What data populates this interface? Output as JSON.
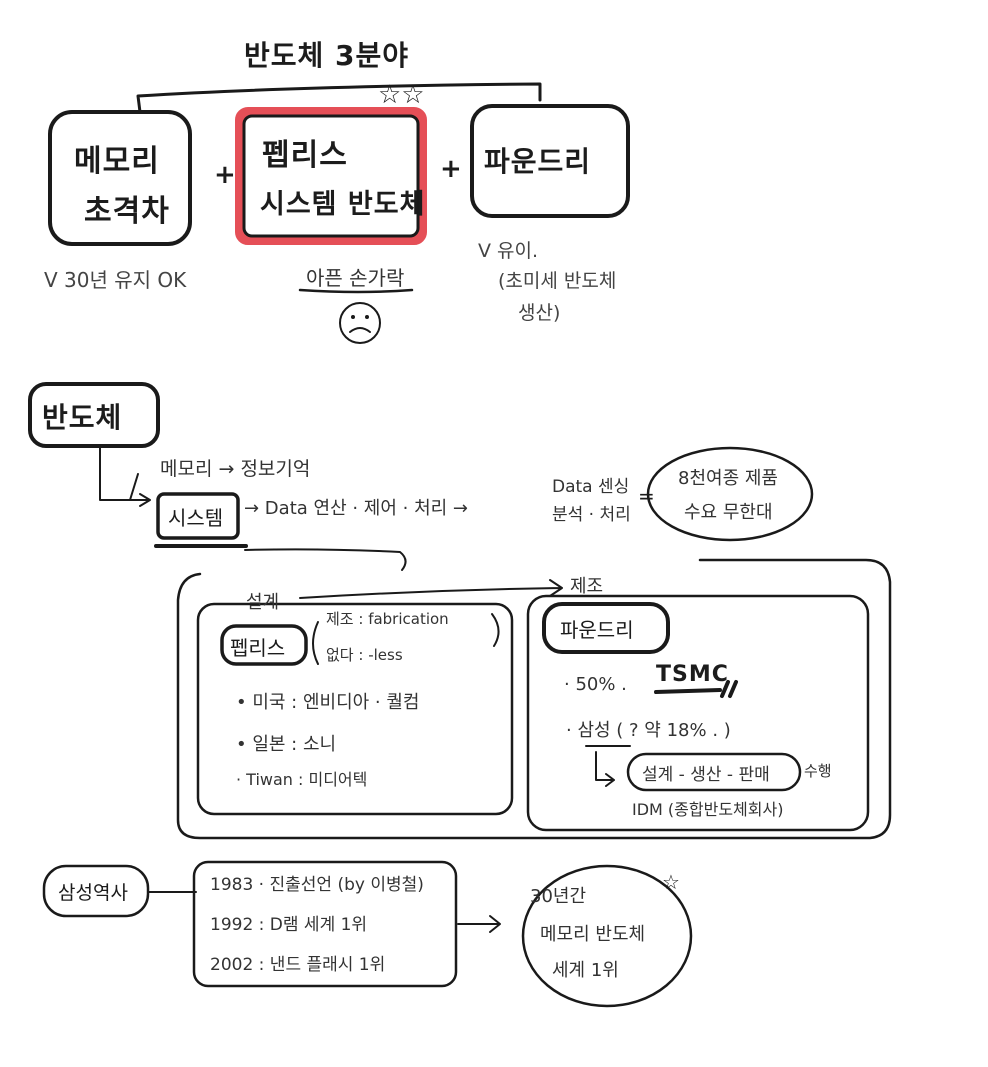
{
  "top": {
    "title": "반도체 3분야",
    "box_memory": [
      "메모리",
      "초격차"
    ],
    "box_fabless": [
      "펩리스",
      "시스템 반도체"
    ],
    "box_foundry": "파운드리",
    "plus": "+",
    "stars": "☆☆",
    "memory_note": "V 30년 유지 OK",
    "fabless_note": "아픈 손가락",
    "frown_face": "☹",
    "foundry_note": [
      "V 유이.",
      "(초미세 반도체",
      "생산)"
    ]
  },
  "middle": {
    "title": "반도체",
    "memory_line": "메모리 → 정보기억",
    "system_label": "시스템",
    "data_process": "→  Data  연산 · 제어 · 처리  →",
    "data_result": [
      "Data 센싱",
      "분석 · 처리"
    ],
    "equals": "=",
    "circle_note": [
      "8천여종 제품",
      "수요 무한대"
    ]
  },
  "design_manufacture": {
    "design_label": "설계",
    "manufacture_label": "제조",
    "fabless_label": "펩리스",
    "fabless_def": [
      "제조 : fabrication",
      "없다 : -less"
    ],
    "fabless_examples": [
      "• 미국 : 엔비디아 · 퀄컴",
      "• 일본 : 소니",
      "· Tiwan : 미디어텍"
    ],
    "foundry_label": "파운드리",
    "foundry_items": [
      "· 50% .",
      "TSMC",
      "· 삼성  ( ? 약 18% . )"
    ],
    "samsung_flow": "설계 - 생산 - 판매",
    "samsung_flow_suffix": "수행",
    "idm": "IDM  (종합반도체회사)"
  },
  "history": {
    "label": "삼성역사",
    "events": [
      "1983 · 진출선언 (by 이병철)",
      "1992 : D램 세계 1위",
      "2002 : 낸드 플래시 1위"
    ],
    "conclusion": [
      "30년간",
      "메모리 반도체",
      "세계 1위"
    ],
    "star": "☆"
  },
  "colors": {
    "ink": "#1a1a1a",
    "highlight": "#e0303a",
    "pencil": "#555555"
  }
}
